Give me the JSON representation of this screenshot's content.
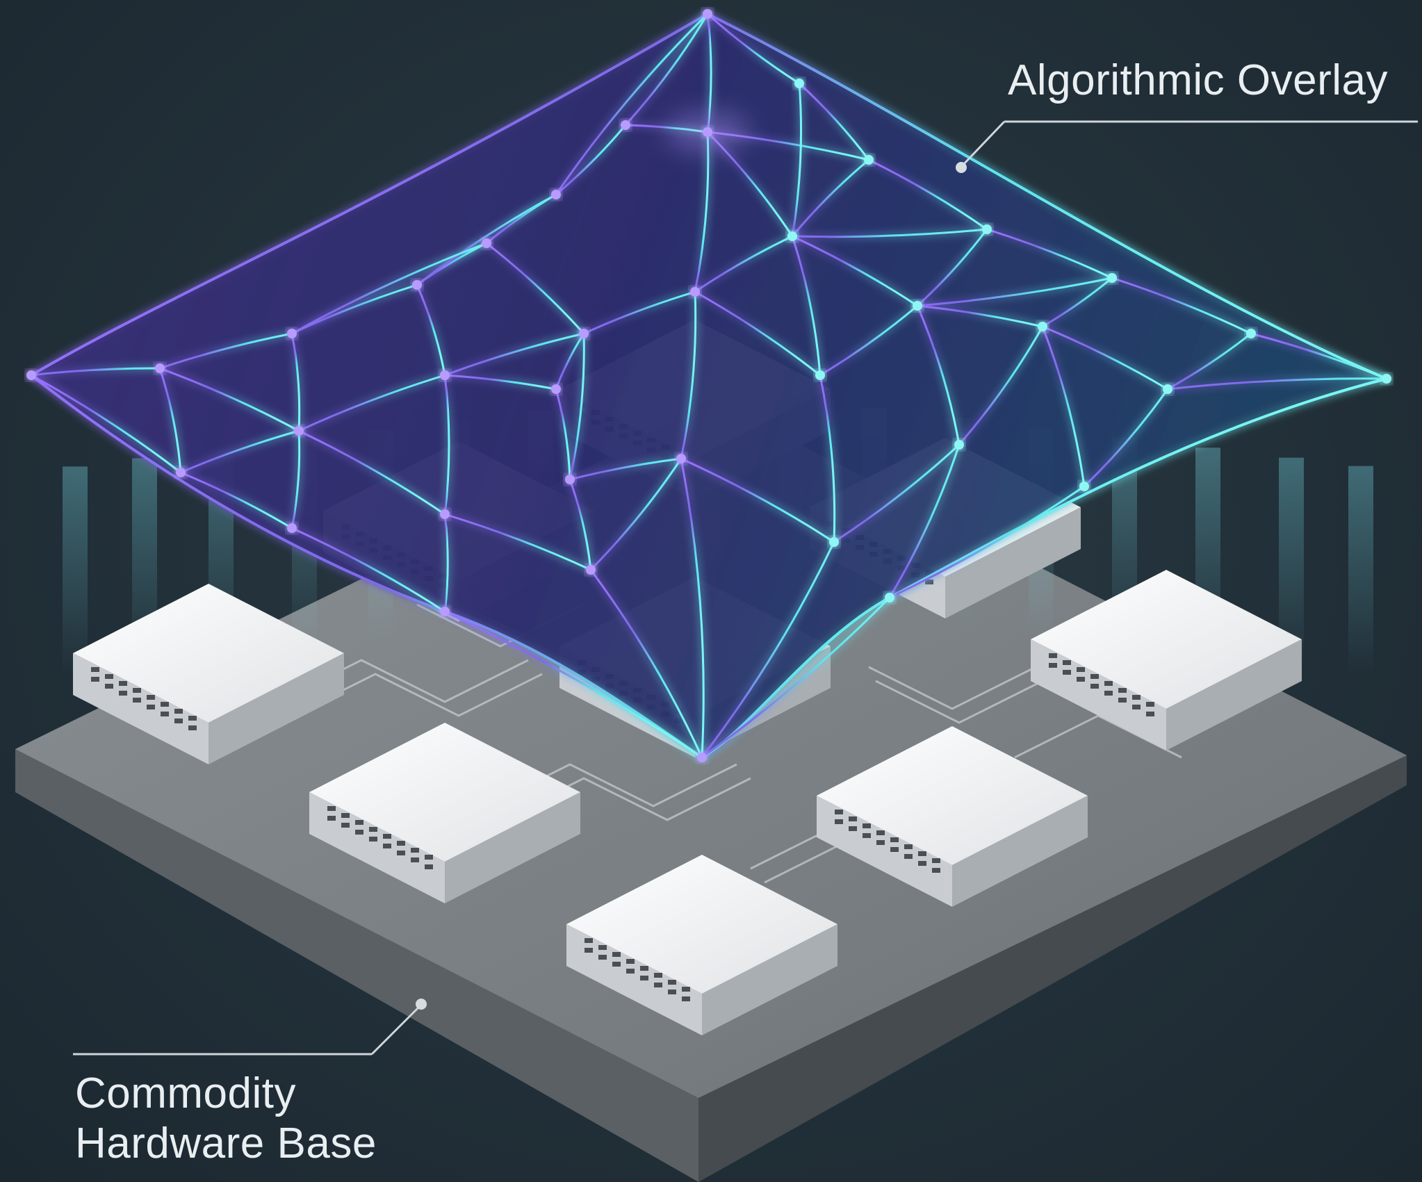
{
  "labels": {
    "overlay": "Algorithmic Overlay",
    "base": "Commodity\nHardware Base"
  },
  "colors": {
    "background": "#223039",
    "mesh_purple": "#8a6cf0",
    "mesh_cyan": "#5ef0f0",
    "platform": "#7d8387",
    "server_top": "#e9ebed",
    "label_text": "#e9eef1"
  },
  "components": {
    "overlay_layer": "network-mesh",
    "base_layer": "server-platform",
    "server_count": 9
  }
}
